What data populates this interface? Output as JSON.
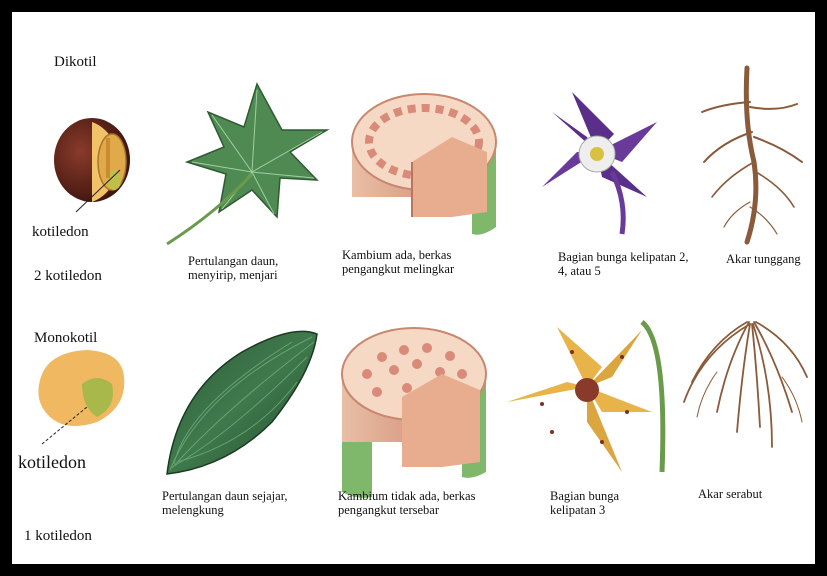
{
  "dikotil": {
    "title": "Dikotil",
    "seed_label": "kotiledon",
    "count_label": "2 kotiledon",
    "leaf_caption": [
      "Pertulangan daun,",
      "menyirip, menjari"
    ],
    "stem_caption": [
      "Kambium ada, berkas",
      "pengangkut melingkar"
    ],
    "flower_caption": [
      "Bagian bunga kelipatan 2,",
      "4, atau 5"
    ],
    "root_caption": "Akar tunggang"
  },
  "monokotil": {
    "title": "Monokotil",
    "seed_label": "kotiledon",
    "count_label": "1 kotiledon",
    "leaf_caption": [
      "Pertulangan daun sejajar,",
      "melengkung"
    ],
    "stem_caption": [
      "Kambium tidak ada, berkas",
      "pengangkut tersebar"
    ],
    "flower_caption": [
      "Bagian bunga",
      "kelipatan 3"
    ],
    "root_caption": "Akar serabut"
  }
}
